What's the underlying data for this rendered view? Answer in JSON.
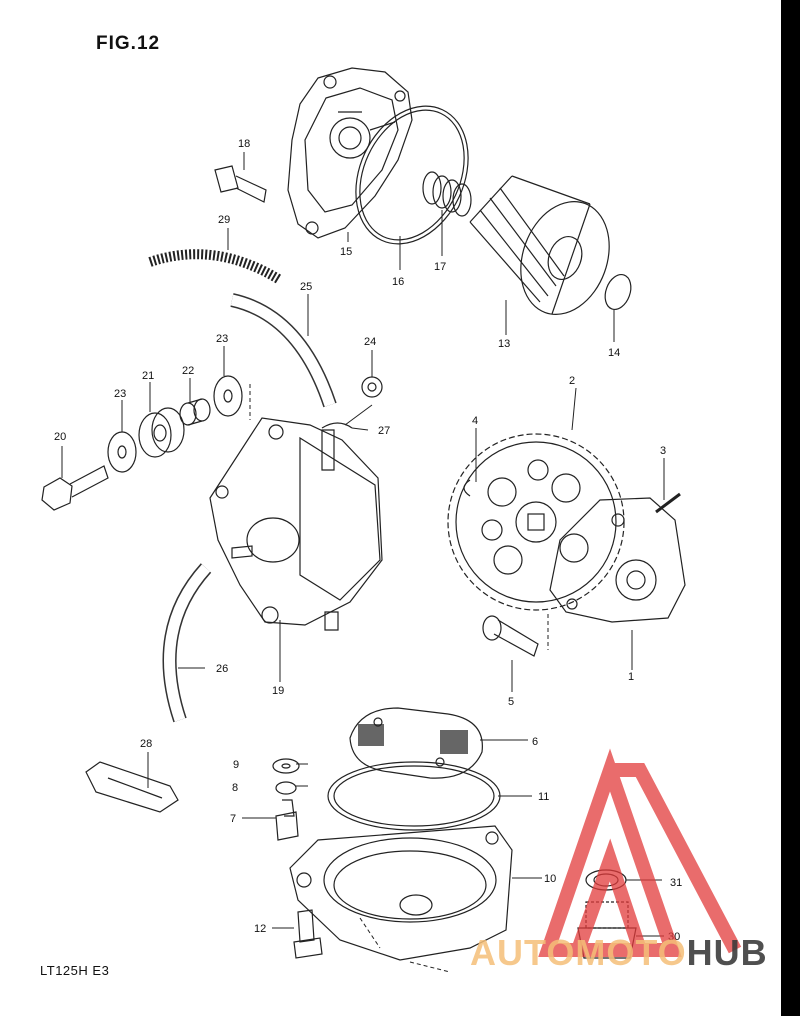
{
  "figure_title": "FIG.12",
  "model_code": "LT125H E3",
  "watermark": {
    "part1": "AUTOMOTO",
    "part2": "HUB",
    "color": "#e23b3b"
  },
  "callouts": [
    {
      "id": "1",
      "label": "1"
    },
    {
      "id": "2",
      "label": "2"
    },
    {
      "id": "3",
      "label": "3"
    },
    {
      "id": "4",
      "label": "4"
    },
    {
      "id": "5",
      "label": "5"
    },
    {
      "id": "6",
      "label": "6"
    },
    {
      "id": "7",
      "label": "7"
    },
    {
      "id": "8",
      "label": "8"
    },
    {
      "id": "9",
      "label": "9"
    },
    {
      "id": "10",
      "label": "10"
    },
    {
      "id": "11",
      "label": "11"
    },
    {
      "id": "12",
      "label": "12"
    },
    {
      "id": "13",
      "label": "13"
    },
    {
      "id": "14",
      "label": "14"
    },
    {
      "id": "15",
      "label": "15"
    },
    {
      "id": "16",
      "label": "16"
    },
    {
      "id": "17",
      "label": "17"
    },
    {
      "id": "18",
      "label": "18"
    },
    {
      "id": "19",
      "label": "19"
    },
    {
      "id": "20",
      "label": "20"
    },
    {
      "id": "21",
      "label": "21"
    },
    {
      "id": "22",
      "label": "22"
    },
    {
      "id": "23a",
      "label": "23"
    },
    {
      "id": "23b",
      "label": "23"
    },
    {
      "id": "24",
      "label": "24"
    },
    {
      "id": "25",
      "label": "25"
    },
    {
      "id": "26",
      "label": "26"
    },
    {
      "id": "27",
      "label": "27"
    },
    {
      "id": "28",
      "label": "28"
    },
    {
      "id": "29",
      "label": "29"
    },
    {
      "id": "30",
      "label": "30"
    },
    {
      "id": "31",
      "label": "31"
    }
  ]
}
